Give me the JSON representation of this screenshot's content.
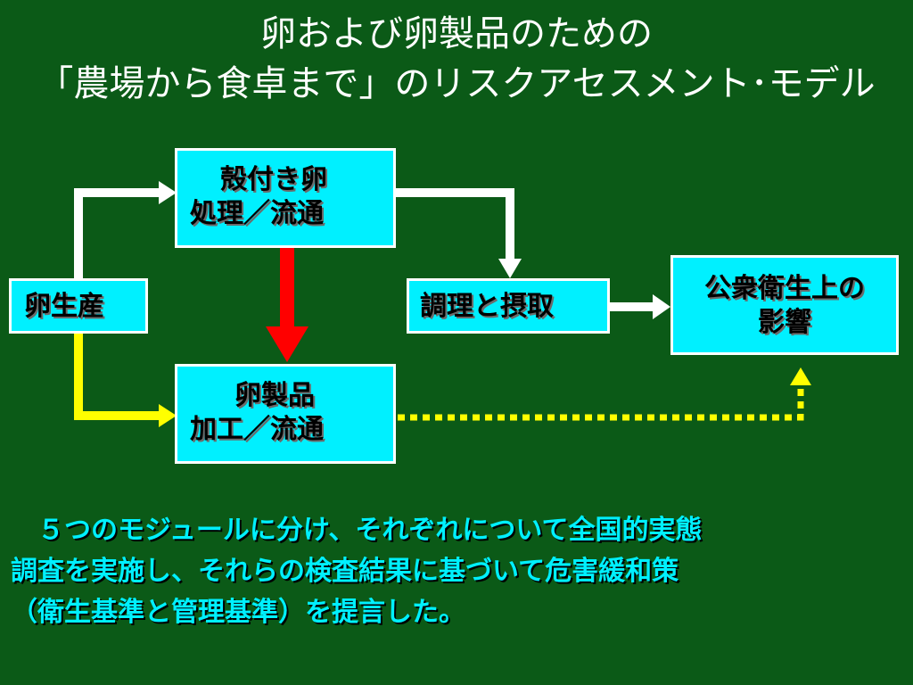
{
  "title": {
    "line1": "卵および卵製品のための",
    "line2": "「農場から食卓まで」のリスクアセスメント･モデル"
  },
  "boxes": {
    "production": "卵生産",
    "shell_egg": {
      "line1": "殻付き卵",
      "line2": "処理／流通"
    },
    "egg_product": {
      "line1": "卵製品",
      "line2": "加工／流通"
    },
    "cooking": "調理と摂取",
    "impact": {
      "line1": "公衆衛生上の",
      "line2": "影響"
    }
  },
  "notes": [
    "５つのモジュールに分け、それぞれについて全国的実態",
    "調査を実施し、それらの検査結果に基づいて危害緩和策",
    "（衛生基準と管理基準）を提言した。"
  ],
  "colors": {
    "background": "#0b5a17",
    "box_fill": "#00f0ff",
    "arrow_white": "#ffffff",
    "arrow_red": "#ff0000",
    "arrow_yellow": "#ffff00",
    "note_text": "#00f0ff"
  }
}
